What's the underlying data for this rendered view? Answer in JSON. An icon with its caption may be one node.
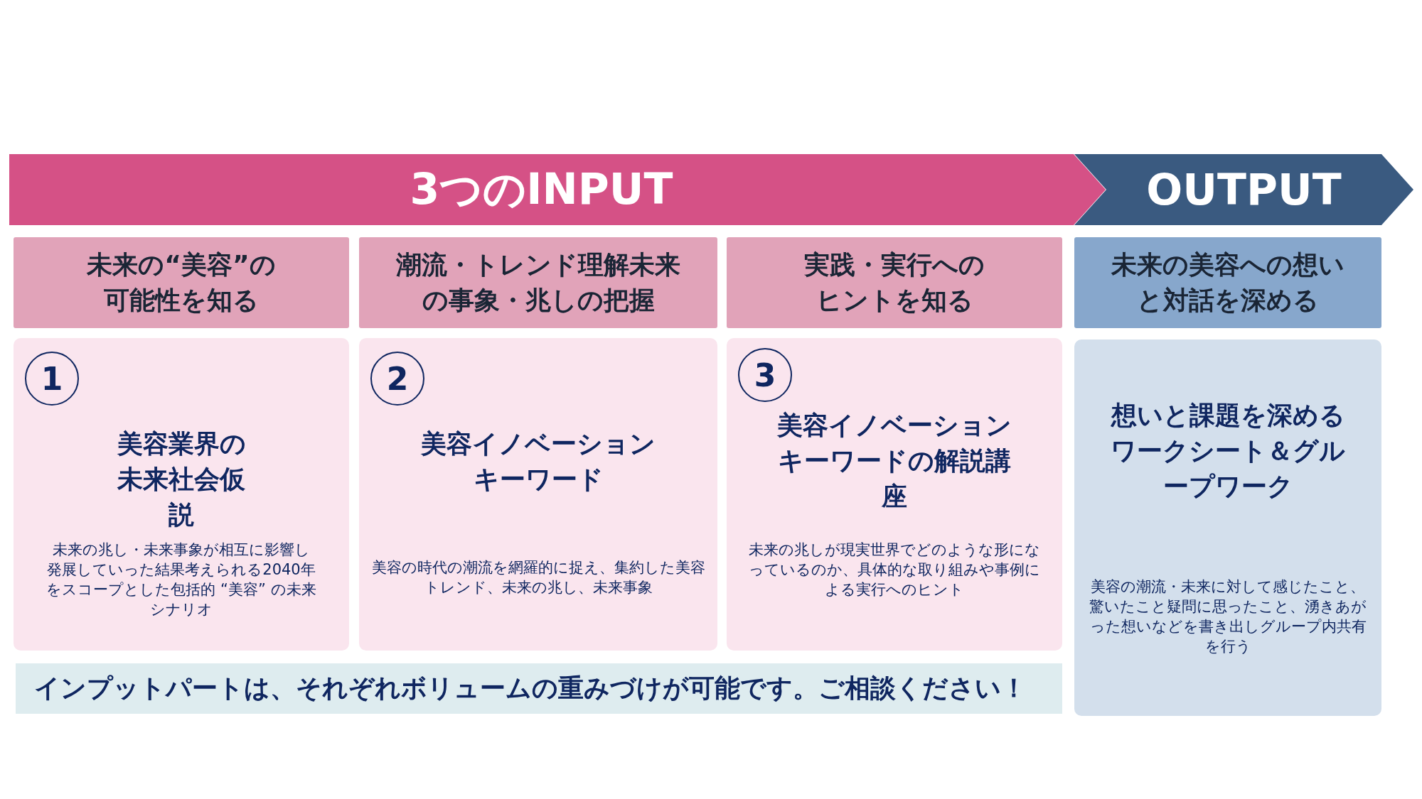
{
  "diagram": {
    "nodes": [
      {
        "text": [
          "3つのINPUT"
        ]
      },
      {
        "text": [
          "OUTPUT"
        ]
      },
      {
        "text": [
          "未来の“美容”の可能性を知る"
        ]
      },
      {
        "text": [
          "潮流・トレンド理解未来の事象・兆しの把握"
        ]
      },
      {
        "text": [
          "実践・実行へのヒントを知る"
        ]
      },
      {
        "text": [
          "未来の美容への想いと対話を深める"
        ]
      },
      {
        "text": [
          "美容業界の未来社会仮説",
          "未来の兆し・未来事象が相互に影響し発展していった結果考えられる2040年をスコープとした包括的 “美容” の未来シナリオ"
        ]
      },
      {
        "text": [
          "1"
        ],
        "in": 6
      },
      {
        "text": [
          "美容イノベーションキーワード",
          "美容の時代の潮流を網羅的に捉え、集約した美容トレンド、未来の兆し、未来事象"
        ]
      },
      {
        "text": [
          "2"
        ],
        "in": 8
      },
      {
        "text": [
          "美容イノベーションキーワードの解説講座",
          "未来の兆しが現実世界でどのような形になっているのか、具体的な取り組みや事例による実行へのヒント"
        ]
      },
      {
        "text": [
          "3"
        ],
        "in": 10
      },
      {
        "text": [
          "想いと課題を深めるワークシート＆グループワーク",
          "美容の潮流・未来に対して感じたこと、驚いたこと疑問に思ったこと、湧きあがった想いなどを書き出しグループ内共有を行う"
        ]
      },
      {
        "text": [
          "インプットパートは、それぞれボリュームの重みづけが可能です。ご相談ください！"
        ]
      }
    ]
  }
}
